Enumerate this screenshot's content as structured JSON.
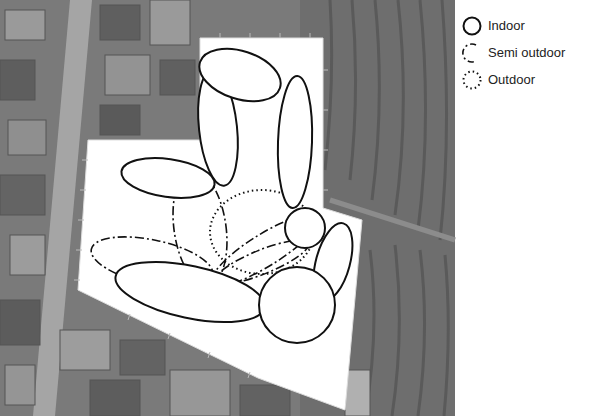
{
  "diagram": {
    "legend": [
      {
        "text": "Indoor"
      },
      {
        "text": "Semi outdoor"
      },
      {
        "text": "Outdoor"
      }
    ]
  }
}
